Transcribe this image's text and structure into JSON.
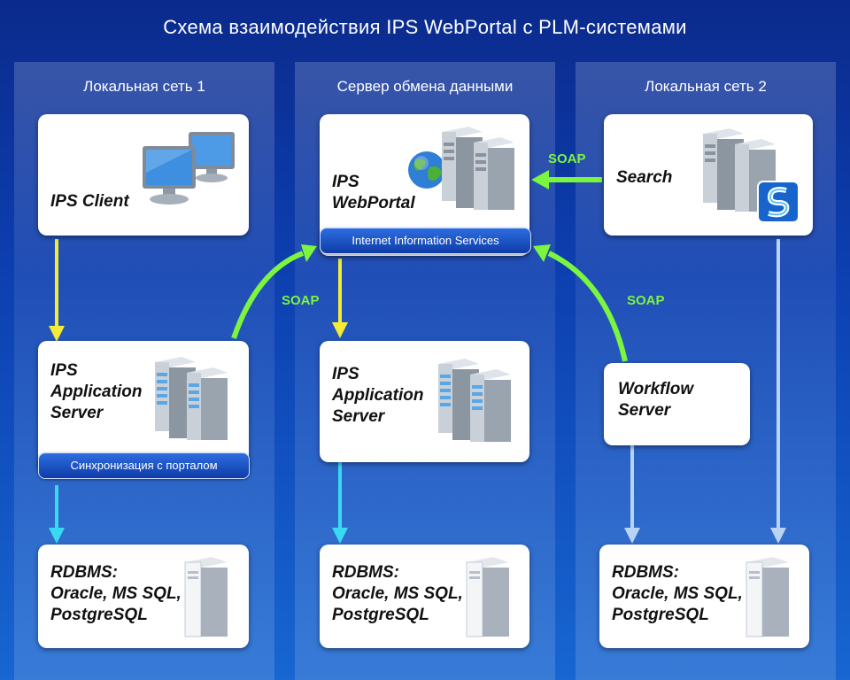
{
  "title": "Схема взаимодействия IPS  WebPortal с PLM-системами",
  "columns": {
    "left": "Локальная сеть 1",
    "middle": "Сервер обмена данными",
    "right": "Локальная сеть 2"
  },
  "nodes": {
    "ips_client": "IPS Client",
    "left_app_server": "IPS\nApplication\nServer",
    "left_sync": "Синхронизация с порталом",
    "left_rdbms": "RDBMS:\nOracle, MS SQL,\nPostgreSQL",
    "webportal": "IPS\nWebPortal",
    "iis": "Internet Information Services",
    "mid_app_server": "IPS\nApplication\nServer",
    "mid_rdbms": "RDBMS:\nOracle, MS SQL,\nPostgreSQL",
    "search": "Search",
    "workflow": "Workflow\nServer",
    "right_rdbms": "RDBMS:\nOracle, MS SQL,\nPostgreSQL"
  },
  "connectors": {
    "soap_left": "SOAP",
    "soap_search": "SOAP",
    "soap_workflow": "SOAP"
  },
  "colors": {
    "yellow_arrow": "#f2ec36",
    "cyan_arrow": "#39d9f2",
    "green_arrow": "#7cf53e",
    "pale_arrow": "#b8d4f2"
  },
  "icons": [
    "monitor-pair-icon",
    "server-tower-icon",
    "globe-icon",
    "search-logo-icon",
    "database-server-icon"
  ]
}
